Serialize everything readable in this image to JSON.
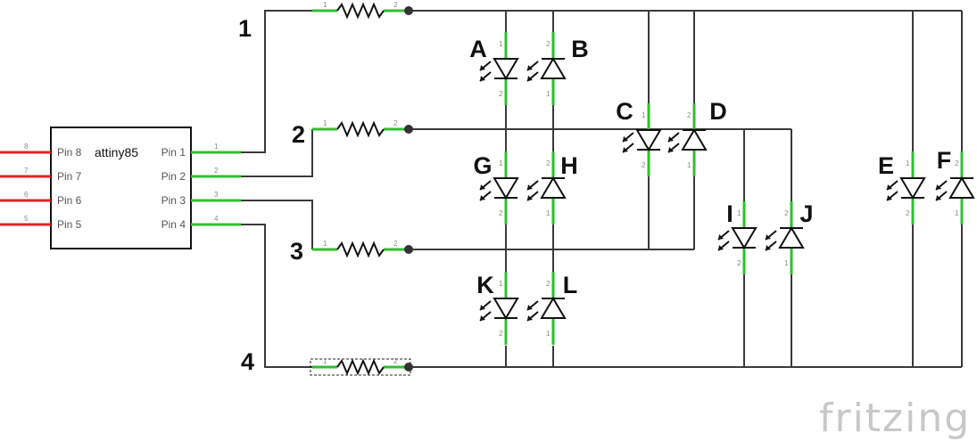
{
  "chip": {
    "name": "attiny85",
    "left_pins": [
      {
        "num": "8",
        "label": "Pin 8"
      },
      {
        "num": "7",
        "label": "Pin 7"
      },
      {
        "num": "6",
        "label": "Pin 6"
      },
      {
        "num": "5",
        "label": "Pin 5"
      }
    ],
    "right_pins": [
      {
        "num": "1",
        "label": "Pin 1"
      },
      {
        "num": "2",
        "label": "Pin 2"
      },
      {
        "num": "3",
        "label": "Pin 3"
      },
      {
        "num": "4",
        "label": "Pin 4"
      }
    ]
  },
  "nets": [
    "1",
    "2",
    "3",
    "4"
  ],
  "resistor_pins": [
    "1",
    "2"
  ],
  "leds": [
    "A",
    "B",
    "C",
    "D",
    "E",
    "F",
    "G",
    "H",
    "I",
    "J",
    "K",
    "L"
  ],
  "brand": "fritzing",
  "colors": {
    "wire": "#3a3a3a",
    "leg": "#2fbf2f",
    "unused_leg": "#d9262a"
  }
}
